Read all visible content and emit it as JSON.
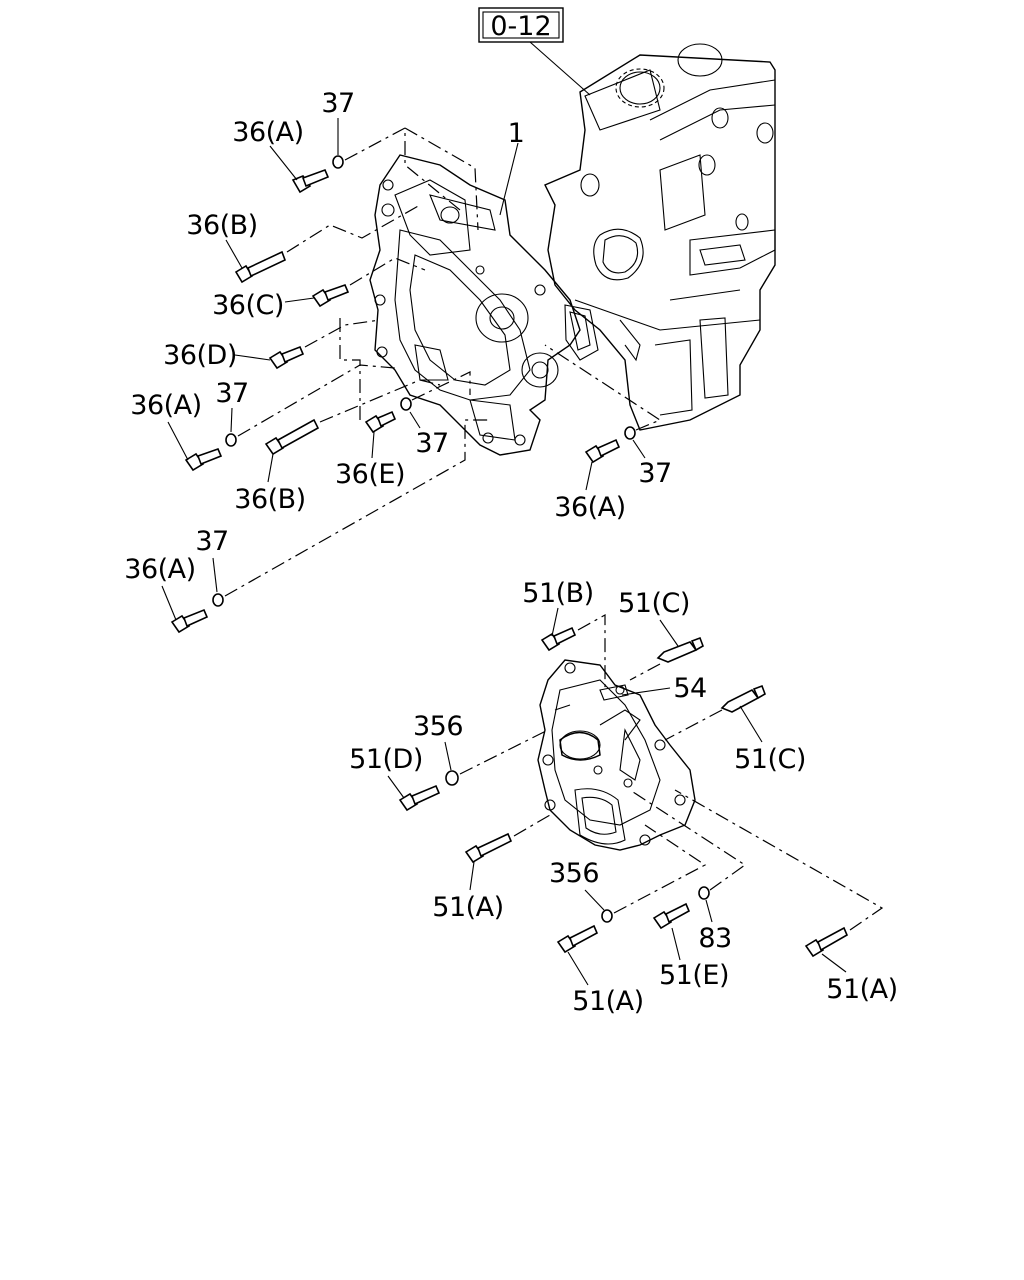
{
  "reference_box": {
    "label": "0-12"
  },
  "callouts": {
    "c1": "1",
    "c36a_1": "36(A)",
    "c37_1": "37",
    "c36b_1": "36(B)",
    "c36c": "36(C)",
    "c36d": "36(D)",
    "c36a_2": "36(A)",
    "c37_2": "37",
    "c36b_2": "36(B)",
    "c36e": "36(E)",
    "c37_3": "37",
    "c37_4": "37",
    "c36a_3": "36(A)",
    "c37_5": "37",
    "c36a_4": "36(A)",
    "c51b": "51(B)",
    "c51c_1": "51(C)",
    "c54": "54",
    "c356_1": "356",
    "c51d": "51(D)",
    "c51c_2": "51(C)",
    "c51a_1": "51(A)",
    "c356_2": "356",
    "c83": "83",
    "c51e": "51(E)",
    "c51a_2": "51(A)",
    "c51a_3": "51(A)"
  }
}
